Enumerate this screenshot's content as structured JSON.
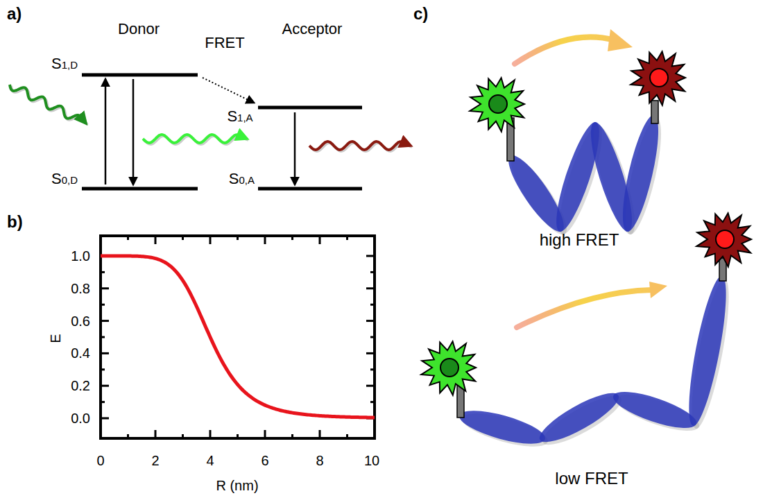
{
  "diagram": {
    "labels": [
      "a)",
      "Donor",
      "Acceptor",
      "S1,D",
      "FRET",
      "S1,A",
      "S0,D",
      "S0,A",
      "b)",
      "1.0",
      "0.8",
      "0.6",
      "0.4",
      "0.2",
      "0.0",
      "E",
      "0",
      "2",
      "4",
      "6",
      "8",
      "10",
      "R (nm)",
      "c)",
      "high FRET",
      "low FRET"
    ]
  }
}
